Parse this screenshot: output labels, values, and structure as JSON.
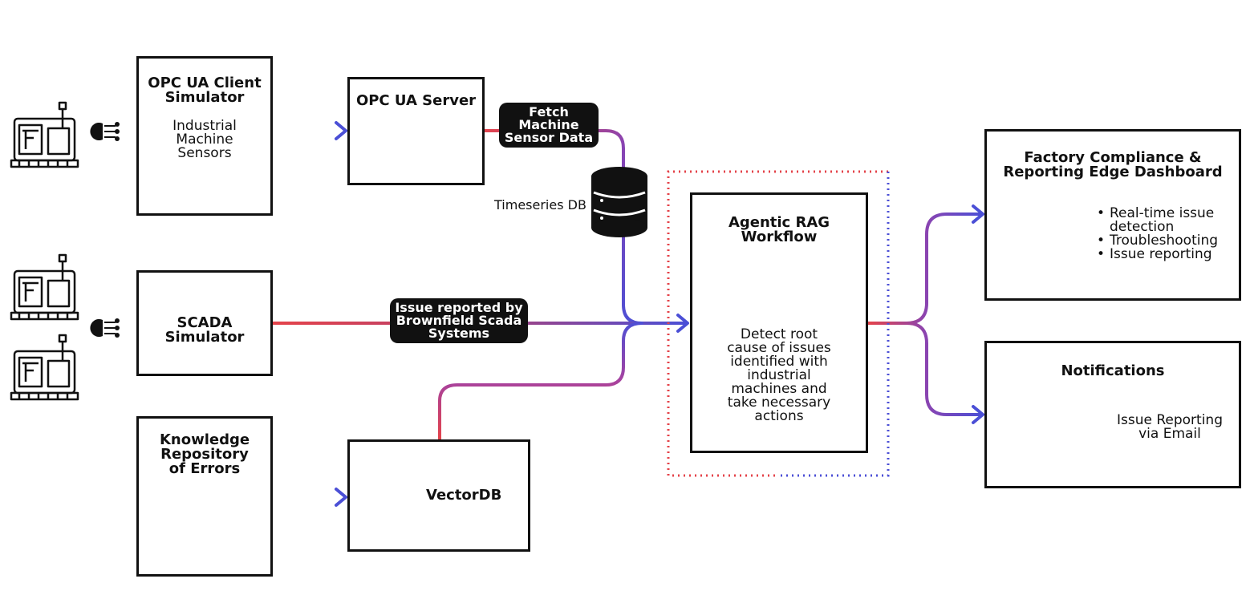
{
  "opc_client": {
    "title": "OPC UA Client Simulator",
    "subtitle": "Industrial Machine Sensors"
  },
  "opc_server": {
    "title": "OPC UA Server"
  },
  "fetch_label": "Fetch Machine Sensor Data",
  "timeseries_label": "Timeseries DB",
  "scada": {
    "title": "SCADA Simulator"
  },
  "scada_label": "Issue reported by Brownfield Scada Systems",
  "knowledge": {
    "title": "Knowledge Repository of Errors"
  },
  "vectordb": {
    "title": "VectorDB"
  },
  "agentic": {
    "title": "Agentic RAG Workflow",
    "description": "Detect root cause of issues identified with industrial machines and take necessary actions"
  },
  "dashboard": {
    "title": "Factory Compliance & Reporting Edge Dashboard",
    "bullets": [
      "Real-time issue detection",
      "Troubleshooting",
      "Issue reporting"
    ]
  },
  "notifications": {
    "title": "Notifications",
    "description": "Issue Reporting via Email"
  },
  "colors": {
    "line_start": "#e4434a",
    "line_end": "#4b4fd6",
    "stroke": "#111111"
  },
  "icons": [
    "industrial-machine-icon",
    "connector-icon",
    "gauge-icon",
    "server-icon",
    "database-icon",
    "gear-icon",
    "monitor-chart-icon",
    "report-document-icon"
  ]
}
